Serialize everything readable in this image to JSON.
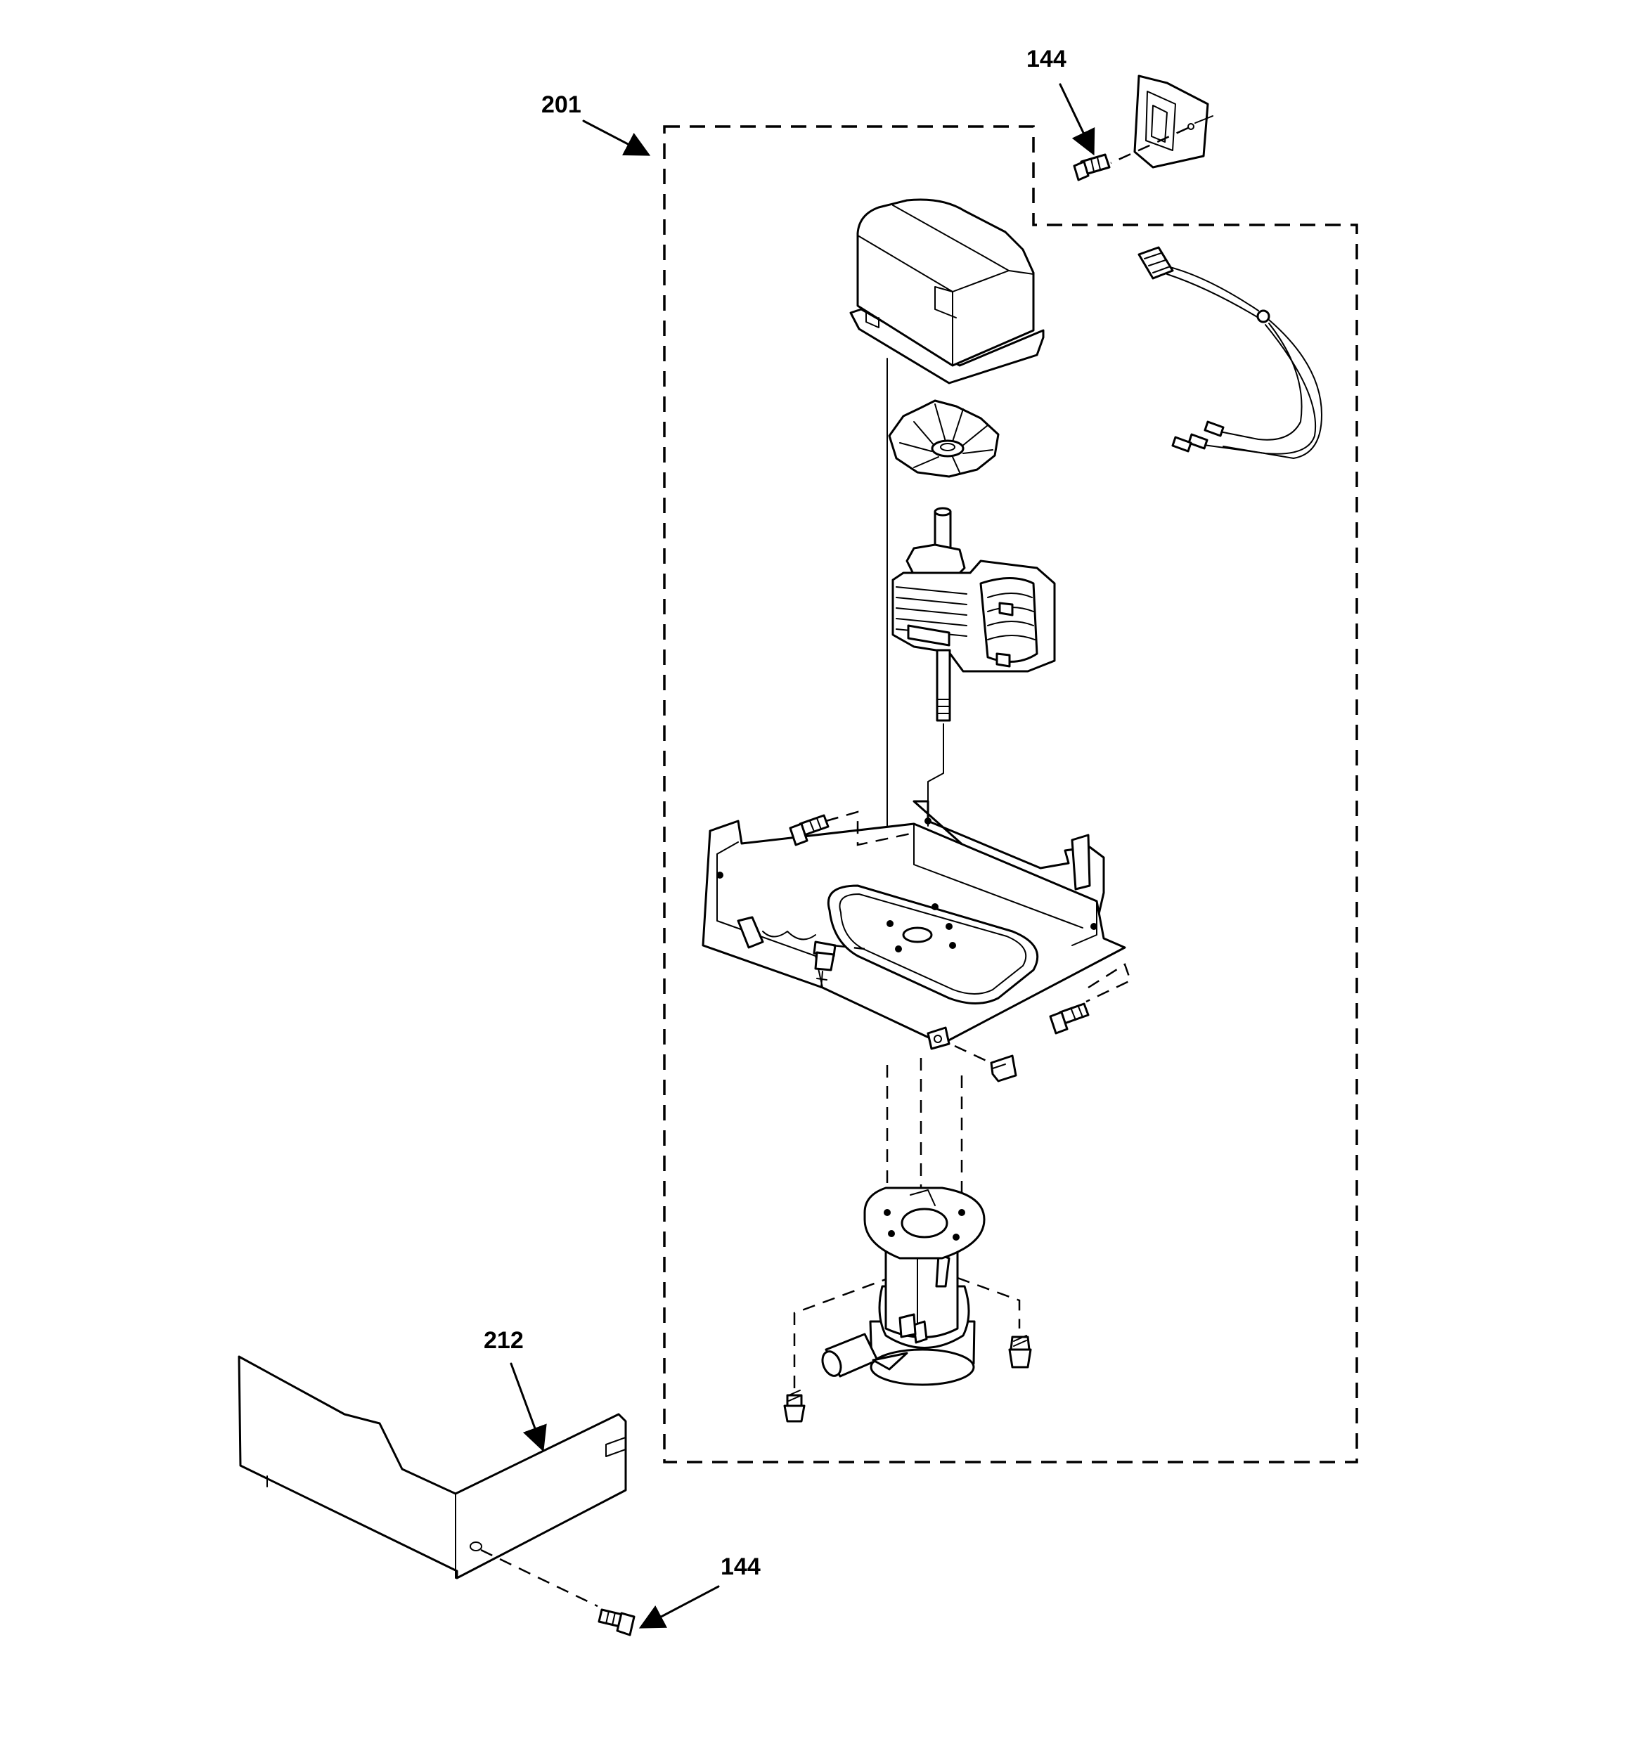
{
  "callouts": {
    "assembly": "201",
    "screw_top": "144",
    "cover_panel": "212",
    "screw_bottom": "144"
  }
}
